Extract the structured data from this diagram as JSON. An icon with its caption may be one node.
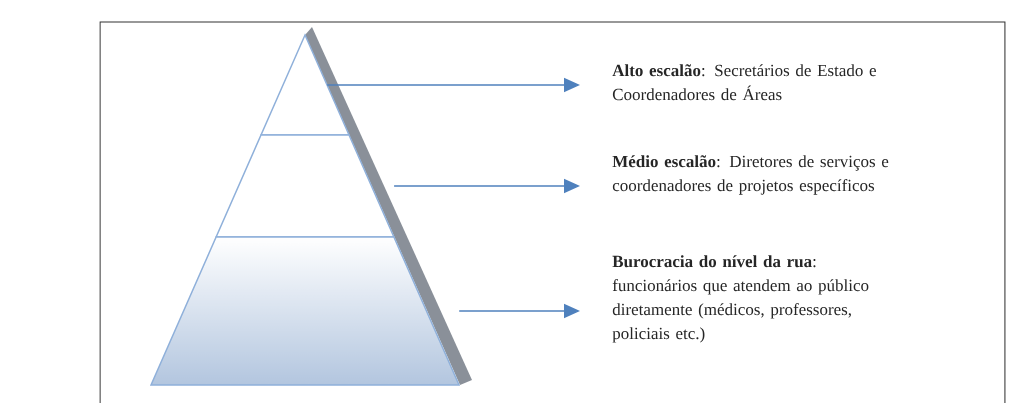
{
  "diagram": {
    "nodes": [
      {
        "text": [],
        "shape": "triangle"
      },
      {
        "text": [],
        "shape": "trapezoid"
      },
      {
        "text": [],
        "shape": "trapezoid"
      },
      {
        "text": [
          "**Alto escalão**: Secretários de Estado e Coordenadores de Áreas"
        ]
      },
      {
        "text": [
          "**Médio escalão**: Diretores de serviços e coordenadores de projetos específicos"
        ]
      },
      {
        "text": [
          "**Burocracia do nível da rua**:",
          "funcionários que atendem ao público diretamente (médicos, professores, policiais etc.)"
        ]
      }
    ],
    "edges": [
      {
        "from": 0,
        "to": 3,
        "arrow": "to"
      },
      {
        "from": 1,
        "to": 4,
        "arrow": "to"
      },
      {
        "from": 2,
        "to": 5,
        "arrow": "to"
      }
    ]
  }
}
